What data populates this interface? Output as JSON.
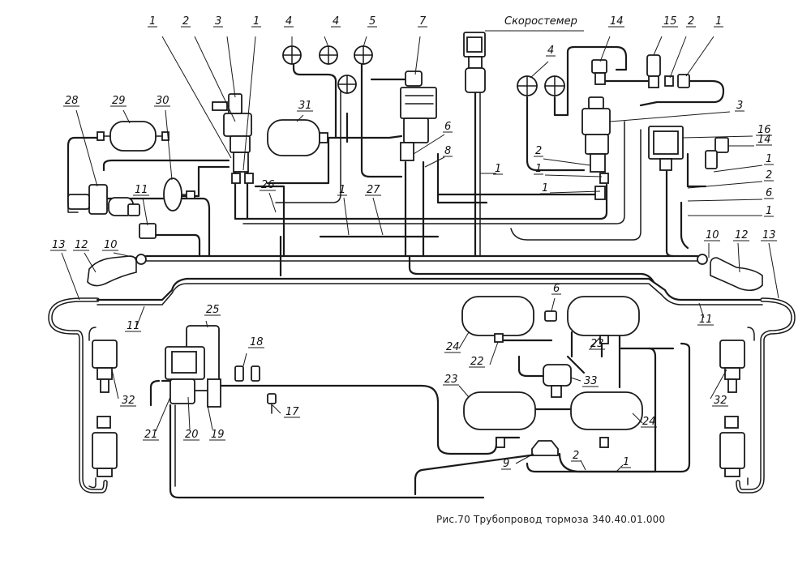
{
  "caption": "Рис.70 Трубопровод тормоза 340.40.01.000",
  "speedometer_label": "Скоростемер",
  "labels": [
    {
      "id": "l1a",
      "text": "1"
    },
    {
      "id": "l2a",
      "text": "2"
    },
    {
      "id": "l3a",
      "text": "3"
    },
    {
      "id": "l1b",
      "text": "1"
    },
    {
      "id": "l4a",
      "text": "4"
    },
    {
      "id": "l4b",
      "text": "4"
    },
    {
      "id": "l5",
      "text": "5"
    },
    {
      "id": "l7",
      "text": "7"
    },
    {
      "id": "l14a",
      "text": "14"
    },
    {
      "id": "l15",
      "text": "15"
    },
    {
      "id": "l2b",
      "text": "2"
    },
    {
      "id": "l1c",
      "text": "1"
    },
    {
      "id": "l28",
      "text": "28"
    },
    {
      "id": "l29",
      "text": "29"
    },
    {
      "id": "l30",
      "text": "30"
    },
    {
      "id": "l31",
      "text": "31"
    },
    {
      "id": "l4c",
      "text": "4"
    },
    {
      "id": "l3b",
      "text": "3"
    },
    {
      "id": "l16",
      "text": "16"
    },
    {
      "id": "l14b",
      "text": "14"
    },
    {
      "id": "l6a",
      "text": "6"
    },
    {
      "id": "l8",
      "text": "8"
    },
    {
      "id": "l2c",
      "text": "2"
    },
    {
      "id": "l1d",
      "text": "1"
    },
    {
      "id": "l1e",
      "text": "1"
    },
    {
      "id": "l1f",
      "text": "1"
    },
    {
      "id": "l1g",
      "text": "1"
    },
    {
      "id": "l2d",
      "text": "2"
    },
    {
      "id": "l6b",
      "text": "6"
    },
    {
      "id": "l1h",
      "text": "1"
    },
    {
      "id": "l11a",
      "text": "11"
    },
    {
      "id": "l26",
      "text": "26"
    },
    {
      "id": "l1i",
      "text": "1"
    },
    {
      "id": "l27",
      "text": "27"
    },
    {
      "id": "l13a",
      "text": "13"
    },
    {
      "id": "l12a",
      "text": "12"
    },
    {
      "id": "l10a",
      "text": "10"
    },
    {
      "id": "l10b",
      "text": "10"
    },
    {
      "id": "l12b",
      "text": "12"
    },
    {
      "id": "l13b",
      "text": "13"
    },
    {
      "id": "l11b",
      "text": "11"
    },
    {
      "id": "l11c",
      "text": "11"
    },
    {
      "id": "l25",
      "text": "25"
    },
    {
      "id": "l6c",
      "text": "6"
    },
    {
      "id": "l24a",
      "text": "24"
    },
    {
      "id": "l22",
      "text": "22"
    },
    {
      "id": "l23a",
      "text": "23"
    },
    {
      "id": "l18",
      "text": "18"
    },
    {
      "id": "l33",
      "text": "33"
    },
    {
      "id": "l23b",
      "text": "23"
    },
    {
      "id": "l24b",
      "text": "24"
    },
    {
      "id": "l17",
      "text": "17"
    },
    {
      "id": "l32a",
      "text": "32"
    },
    {
      "id": "l32b",
      "text": "32"
    },
    {
      "id": "l21",
      "text": "21"
    },
    {
      "id": "l20",
      "text": "20"
    },
    {
      "id": "l19",
      "text": "19"
    },
    {
      "id": "l9",
      "text": "9"
    },
    {
      "id": "l2e",
      "text": "2"
    },
    {
      "id": "l1j",
      "text": "1"
    }
  ]
}
